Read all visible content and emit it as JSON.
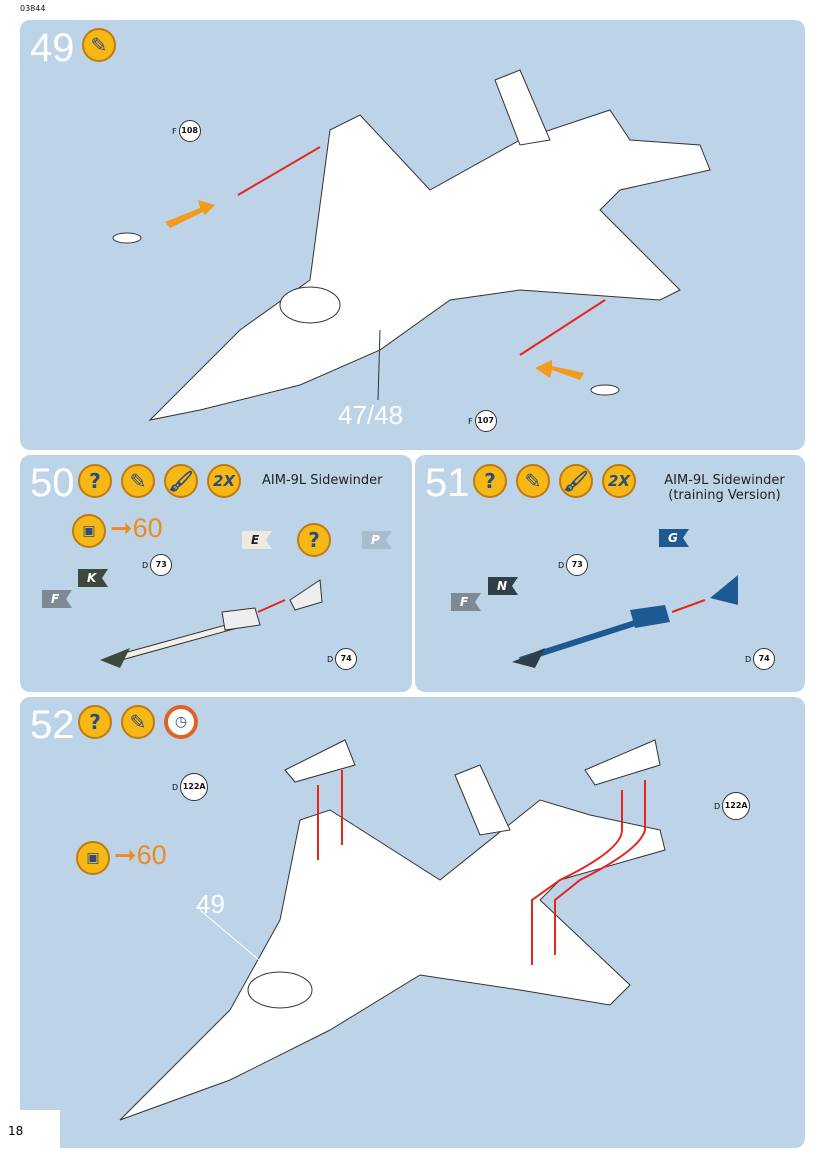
{
  "doc_code": "03844",
  "page_number": "18",
  "steps": [
    {
      "number": "49",
      "parts": [
        {
          "sprue": "F",
          "num": "108"
        },
        {
          "sprue": "F",
          "num": "107"
        }
      ],
      "subassembly_label": "47/48"
    },
    {
      "number": "50",
      "title": "AIM-9L Sidewinder",
      "multiplier": "2X",
      "ref_page": "60",
      "flags": [
        "F",
        "K",
        "E",
        "P"
      ],
      "parts": [
        {
          "sprue": "D",
          "num": "73"
        },
        {
          "sprue": "D",
          "num": "74"
        }
      ]
    },
    {
      "number": "51",
      "title_line1": "AIM-9L Sidewinder",
      "title_line2": "(training Version)",
      "multiplier": "2X",
      "flags": [
        "F",
        "N",
        "G"
      ],
      "parts": [
        {
          "sprue": "D",
          "num": "73"
        },
        {
          "sprue": "D",
          "num": "74"
        }
      ]
    },
    {
      "number": "52",
      "ref_page": "60",
      "subassembly_label": "49",
      "parts": [
        {
          "sprue": "D",
          "num": "122A"
        },
        {
          "sprue": "D",
          "num": "122A"
        }
      ]
    }
  ],
  "colors": {
    "panel": "#bcd3e8",
    "accent": "#f5b816",
    "arrow": "#f08a1c",
    "flag_F": "#7d8a96",
    "flag_K": "#3b4a3a",
    "flag_E": "#eeeae2",
    "flag_P": "#a9bccd",
    "flag_N": "#2f3f4a",
    "flag_G": "#1d5a93"
  }
}
